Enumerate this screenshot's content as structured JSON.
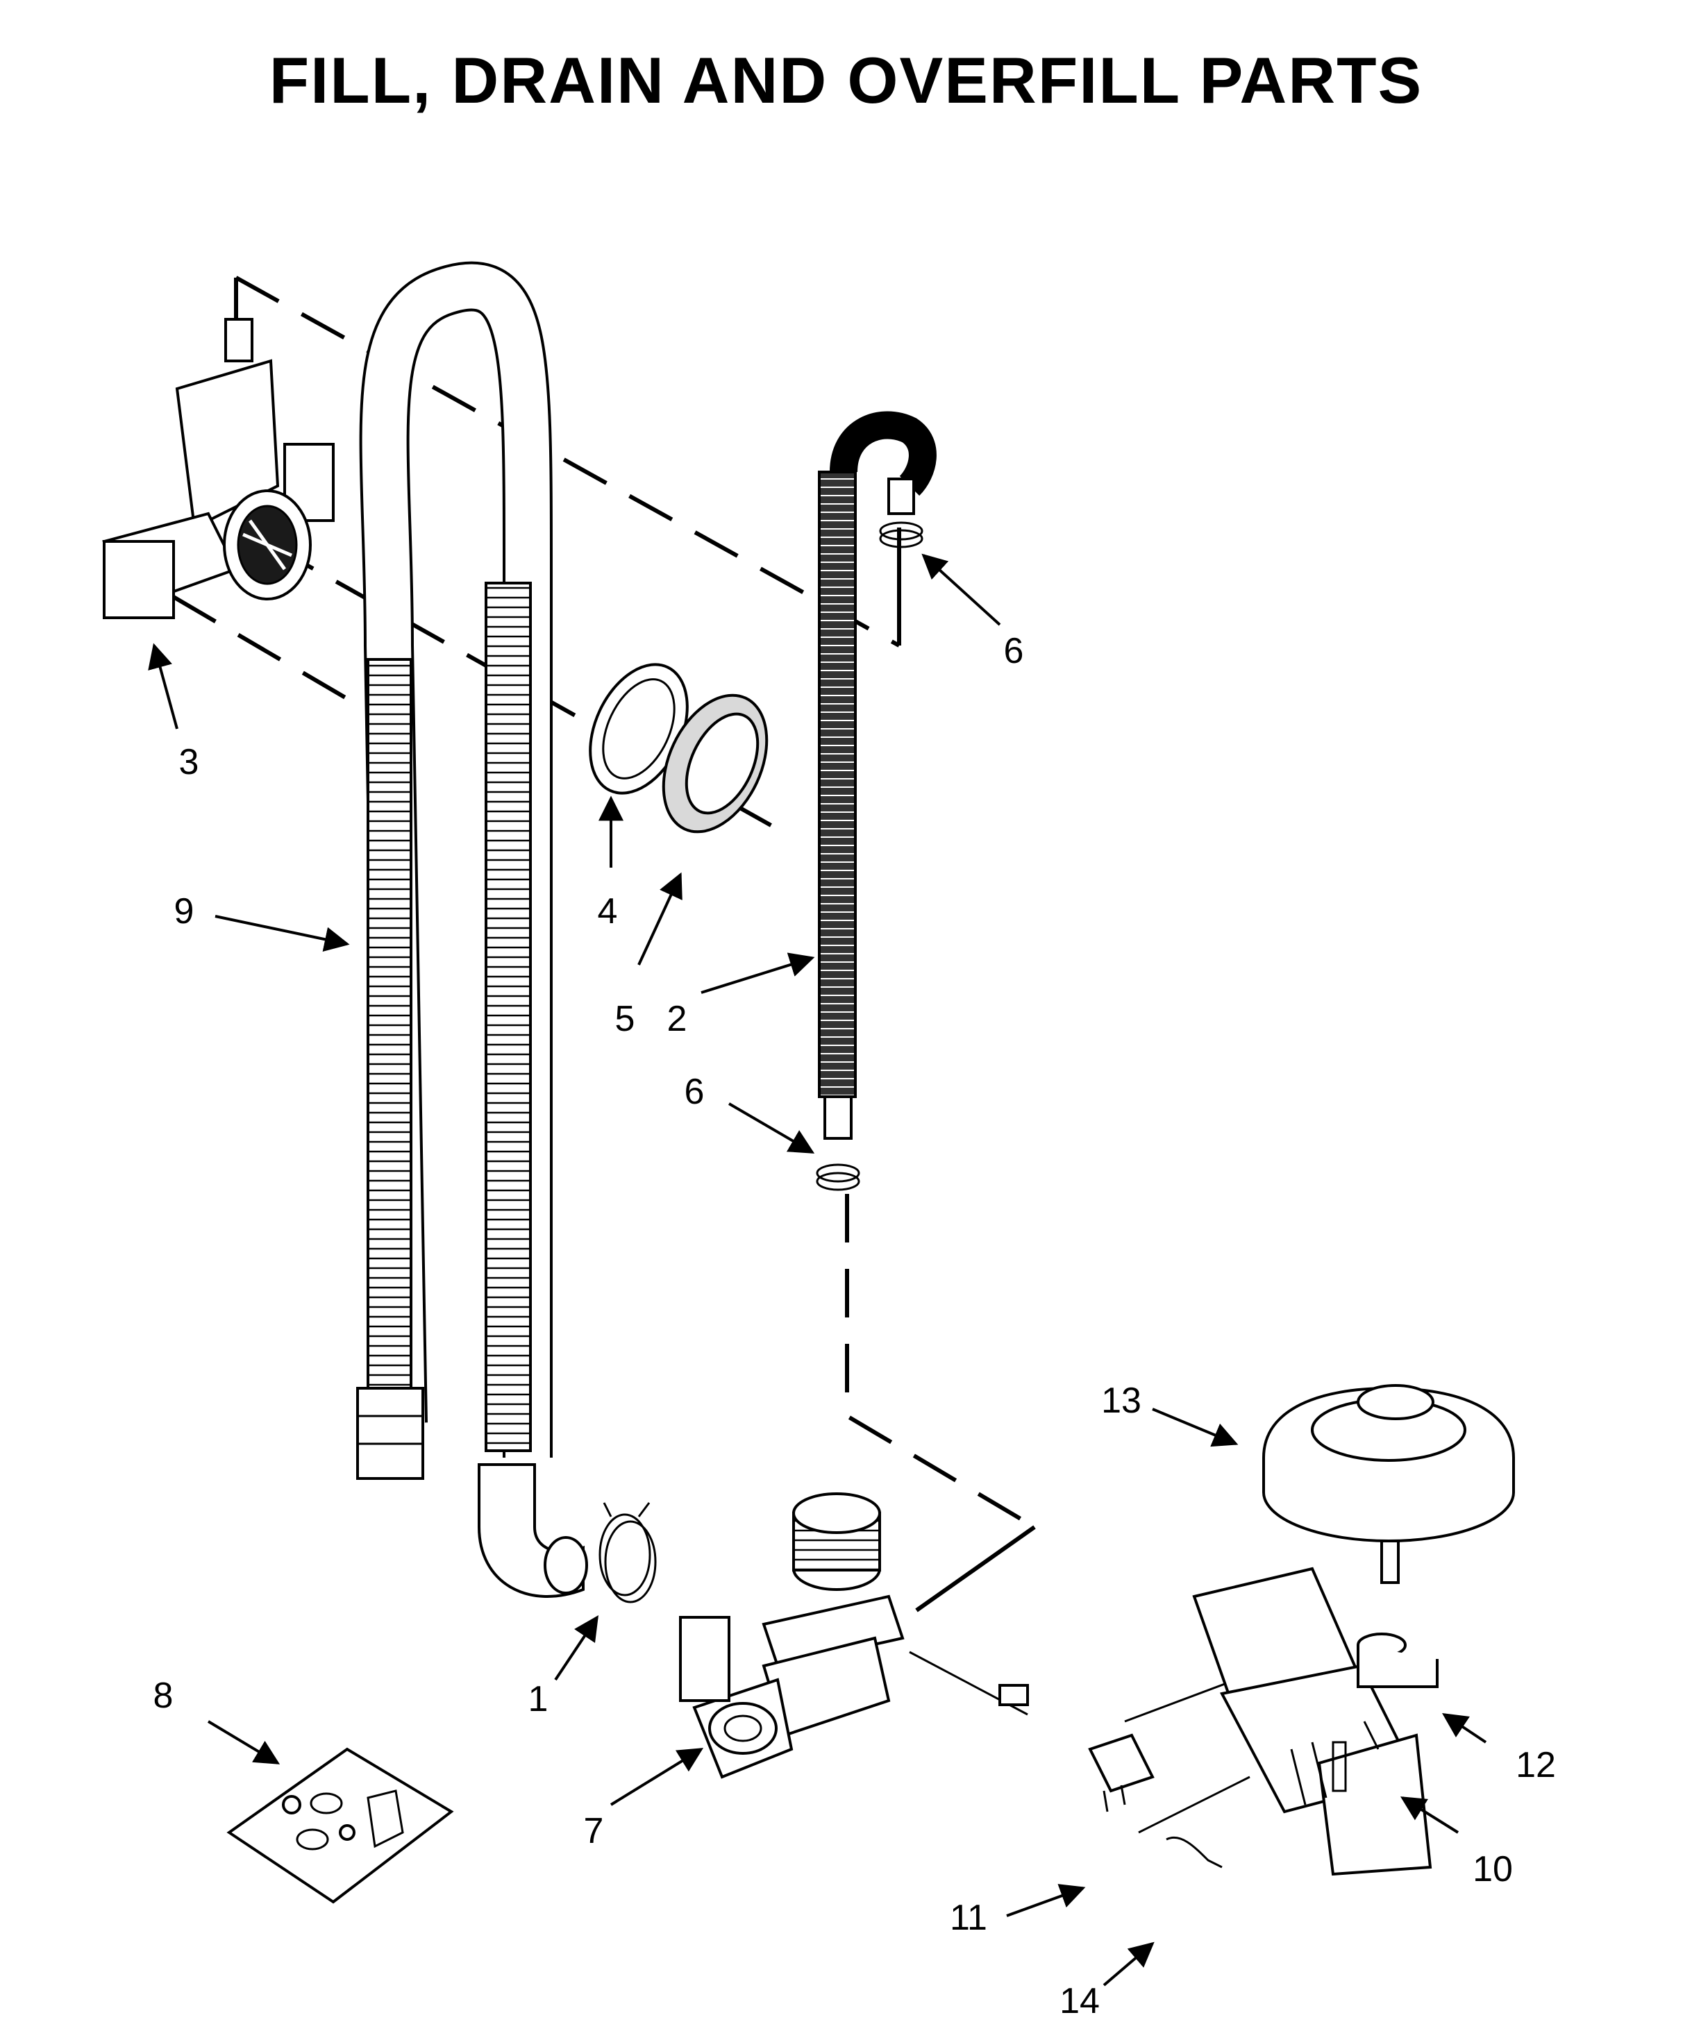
{
  "title": "FILL, DRAIN AND OVERFILL PARTS",
  "callouts": [
    "1",
    "2",
    "3",
    "4",
    "5",
    "6",
    "6",
    "7",
    "8",
    "9",
    "10",
    "11",
    "12",
    "13",
    "14"
  ]
}
